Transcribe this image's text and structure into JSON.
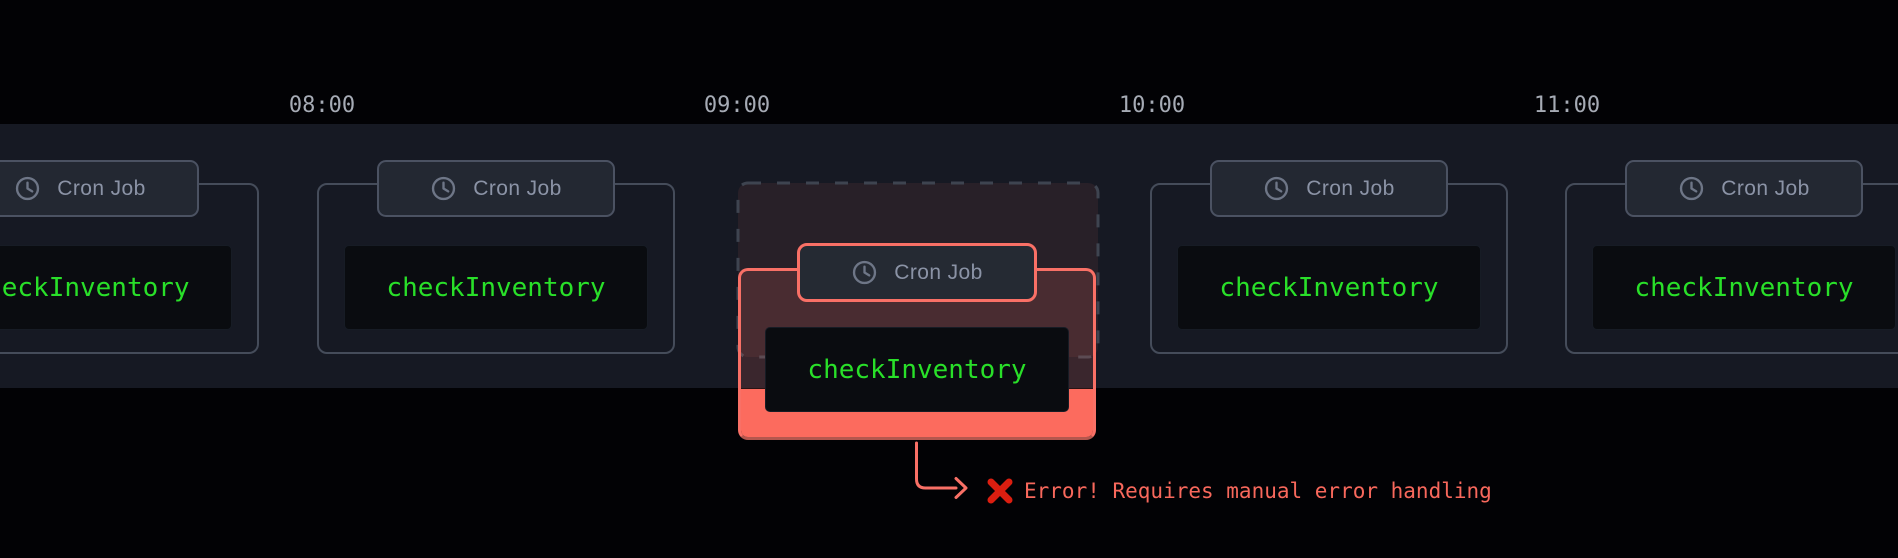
{
  "timeline": {
    "times": [
      "08:00",
      "09:00",
      "10:00",
      "11:00"
    ]
  },
  "cron_card": {
    "badge_label": "Cron Job",
    "badge_icon": "clock-icon",
    "function_name": "checkInventory"
  },
  "error_callout": {
    "icon": "x-mark-icon",
    "message": "Error! Requires manual error handling"
  },
  "colors": {
    "background": "#020205",
    "timeline_band": "#161923",
    "card_border": "#454c5a",
    "badge_border": "#4b5262",
    "badge_bg": "#232832",
    "badge_text": "#8b93a6",
    "code_bg": "#0a0c10",
    "code_text": "#29e029",
    "time_text": "#a6abb5",
    "error_accent": "#f97066",
    "error_fill_bright": "#fc6b5e",
    "error_x": "#dc1e10"
  }
}
